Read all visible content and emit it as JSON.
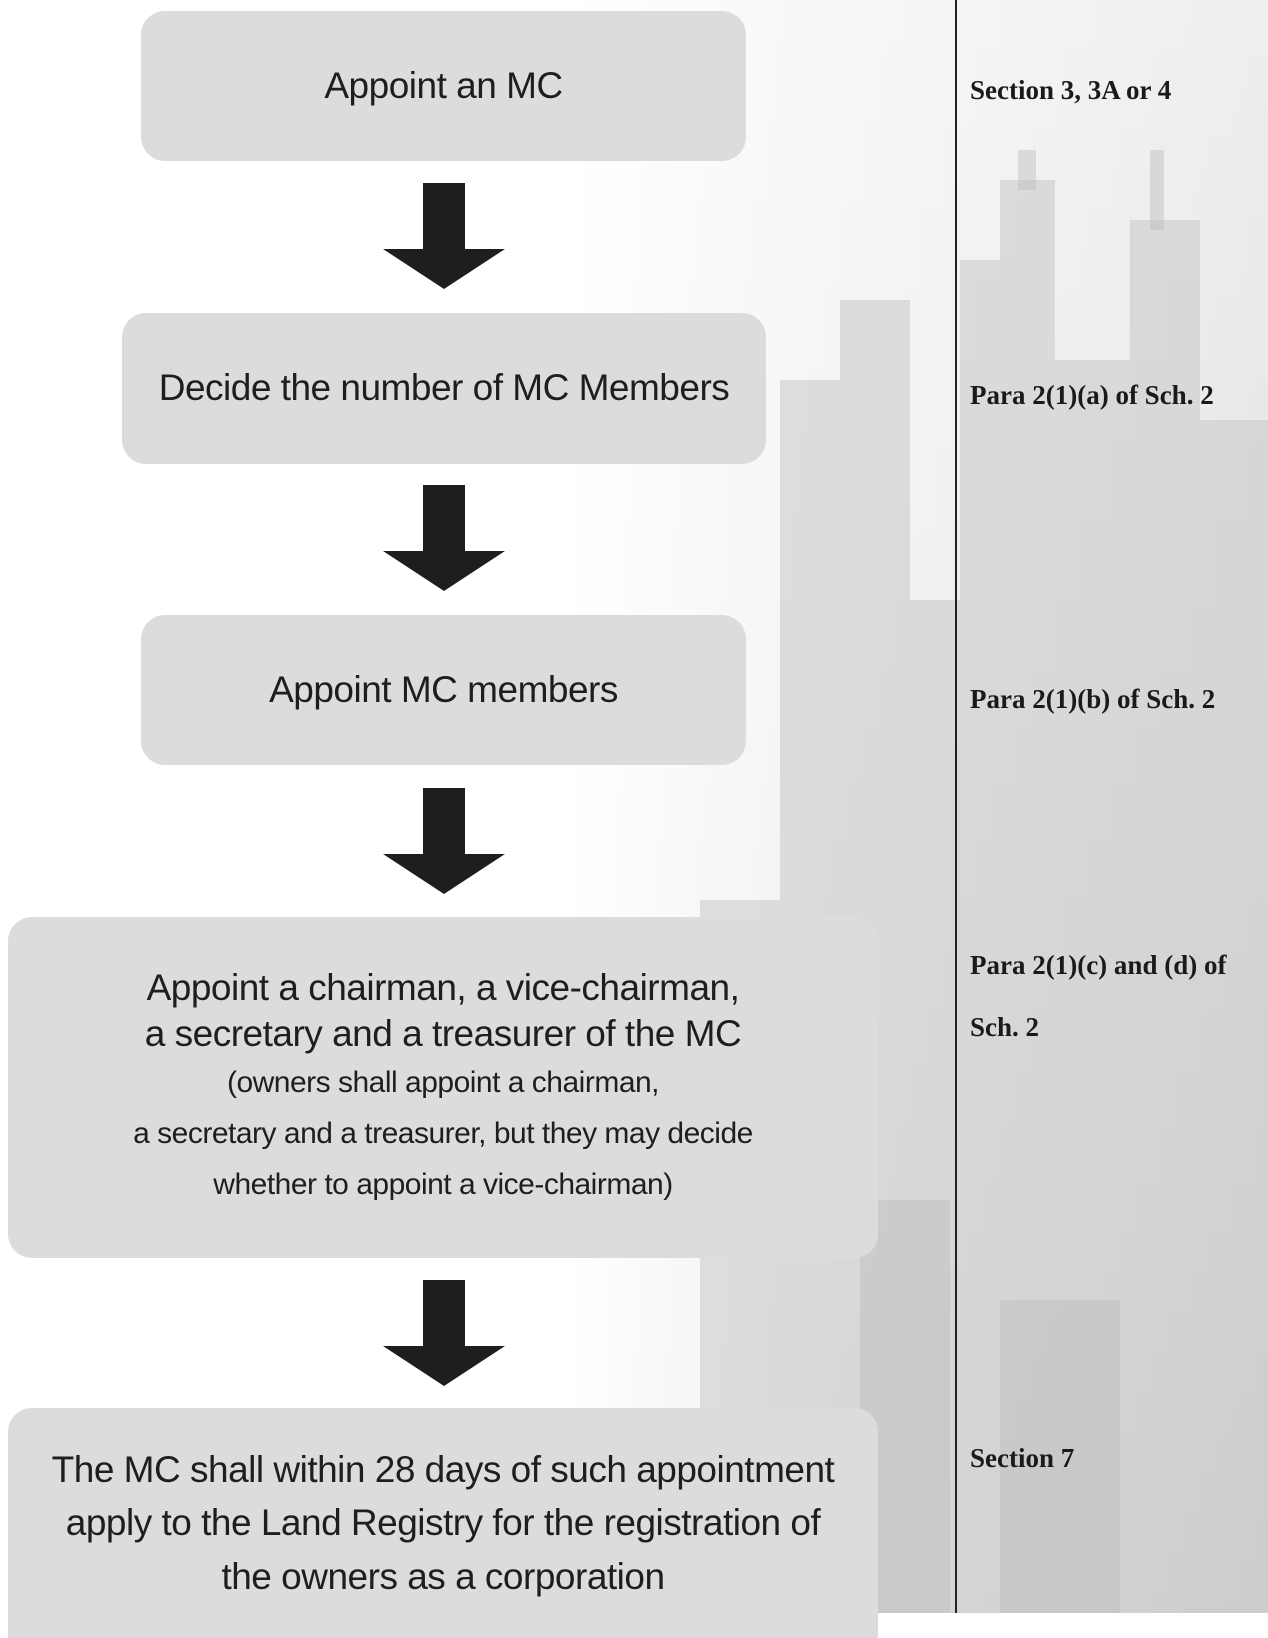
{
  "steps": [
    {
      "text": "Appoint an MC"
    },
    {
      "text": "Decide the number of MC Members"
    },
    {
      "text": "Appoint MC members"
    },
    {
      "line1": "Appoint a chairman, a vice-chairman,",
      "line2": "a secretary and a treasurer of the MC",
      "note1": "(owners shall appoint a chairman,",
      "note2": "a secretary and a treasurer, but they may decide",
      "note3": "whether to appoint a vice-chairman)"
    },
    {
      "line1": "The MC shall within 28 days of such appointment",
      "line2": "apply to the Land Registry for the registration of",
      "line3": "the owners as a corporation"
    }
  ],
  "references": [
    "Section 3, 3A or 4",
    "Para 2(1)(a) of Sch. 2",
    "Para 2(1)(b) of Sch. 2",
    "Para 2(1)(c) and (d) of",
    "Sch. 2",
    "Section 7"
  ],
  "colors": {
    "box_fill": "#dcdcdc",
    "arrow": "#1e1e1e",
    "divider": "#222222"
  }
}
